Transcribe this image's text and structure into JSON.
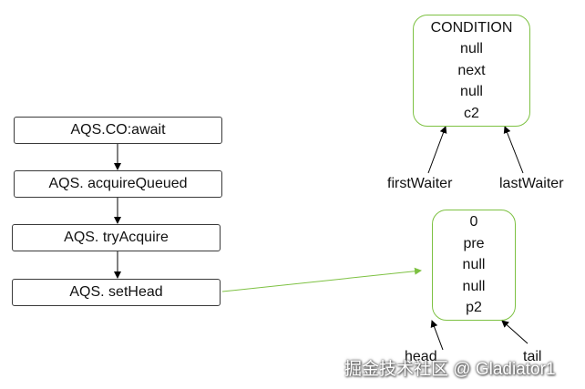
{
  "flow": {
    "steps": [
      "AQS.CO:await",
      "AQS. acquireQueued",
      "AQS. tryAcquire",
      "AQS. setHead"
    ]
  },
  "condition_node": {
    "lines": [
      "CONDITION",
      "null",
      "next",
      "null",
      "c2"
    ],
    "pointers": {
      "first": "firstWaiter",
      "last": "lastWaiter"
    }
  },
  "sync_node": {
    "lines": [
      "0",
      "pre",
      "null",
      "null",
      "p2"
    ],
    "pointers": {
      "head": "head",
      "tail": "tail"
    }
  },
  "colors": {
    "node_border": "#7dc142",
    "box_border": "#3a3a3a",
    "arrow": "#000000"
  },
  "watermark": "掘金技术社区 @ Gladiator1"
}
